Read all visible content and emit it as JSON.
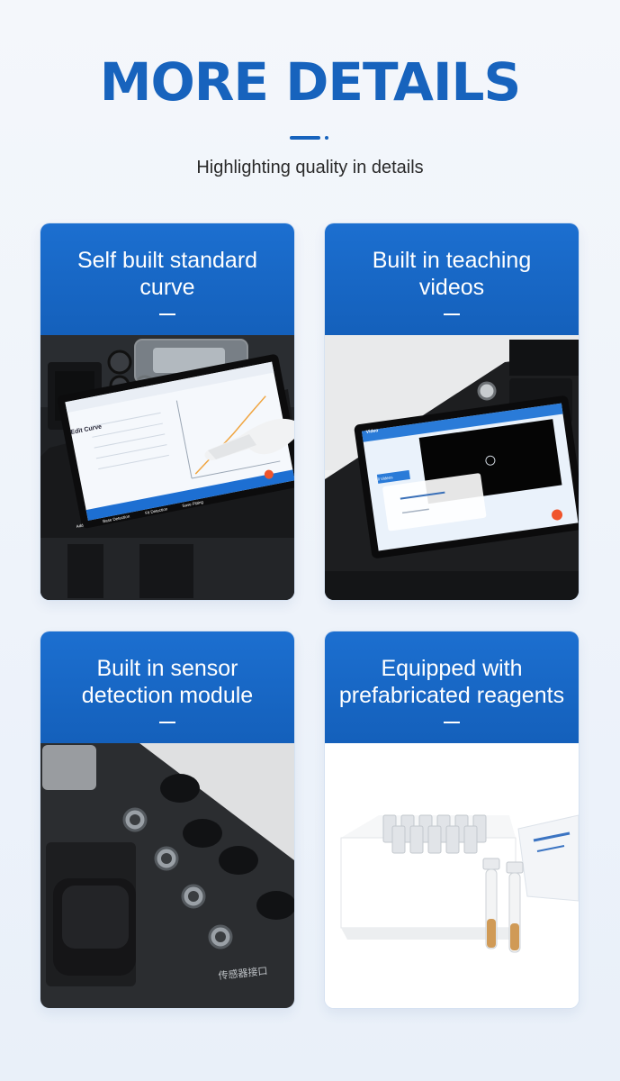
{
  "header": {
    "title": "MORE DETAILS",
    "subtitle": "Highlighting quality in details"
  },
  "cards": [
    {
      "title_line1": "Self built standard",
      "title_line2": "curve",
      "screen": {
        "heading": "Edit Curve",
        "tabs": [
          "Add",
          "Base Detection",
          "Fit Detection",
          "Save Fitting"
        ]
      }
    },
    {
      "title_line1": "Built in teaching",
      "title_line2": "videos",
      "screen": {
        "heading": "Video",
        "list_title": "All Videos"
      }
    },
    {
      "title_line1": "Built in sensor",
      "title_line2": "detection module",
      "panel_label": "传感器接口"
    },
    {
      "title_line1": "Equipped with",
      "title_line2": "prefabricated reagents"
    }
  ],
  "colors": {
    "brand_blue": "#1763bd",
    "card_header": "#1968c6"
  }
}
